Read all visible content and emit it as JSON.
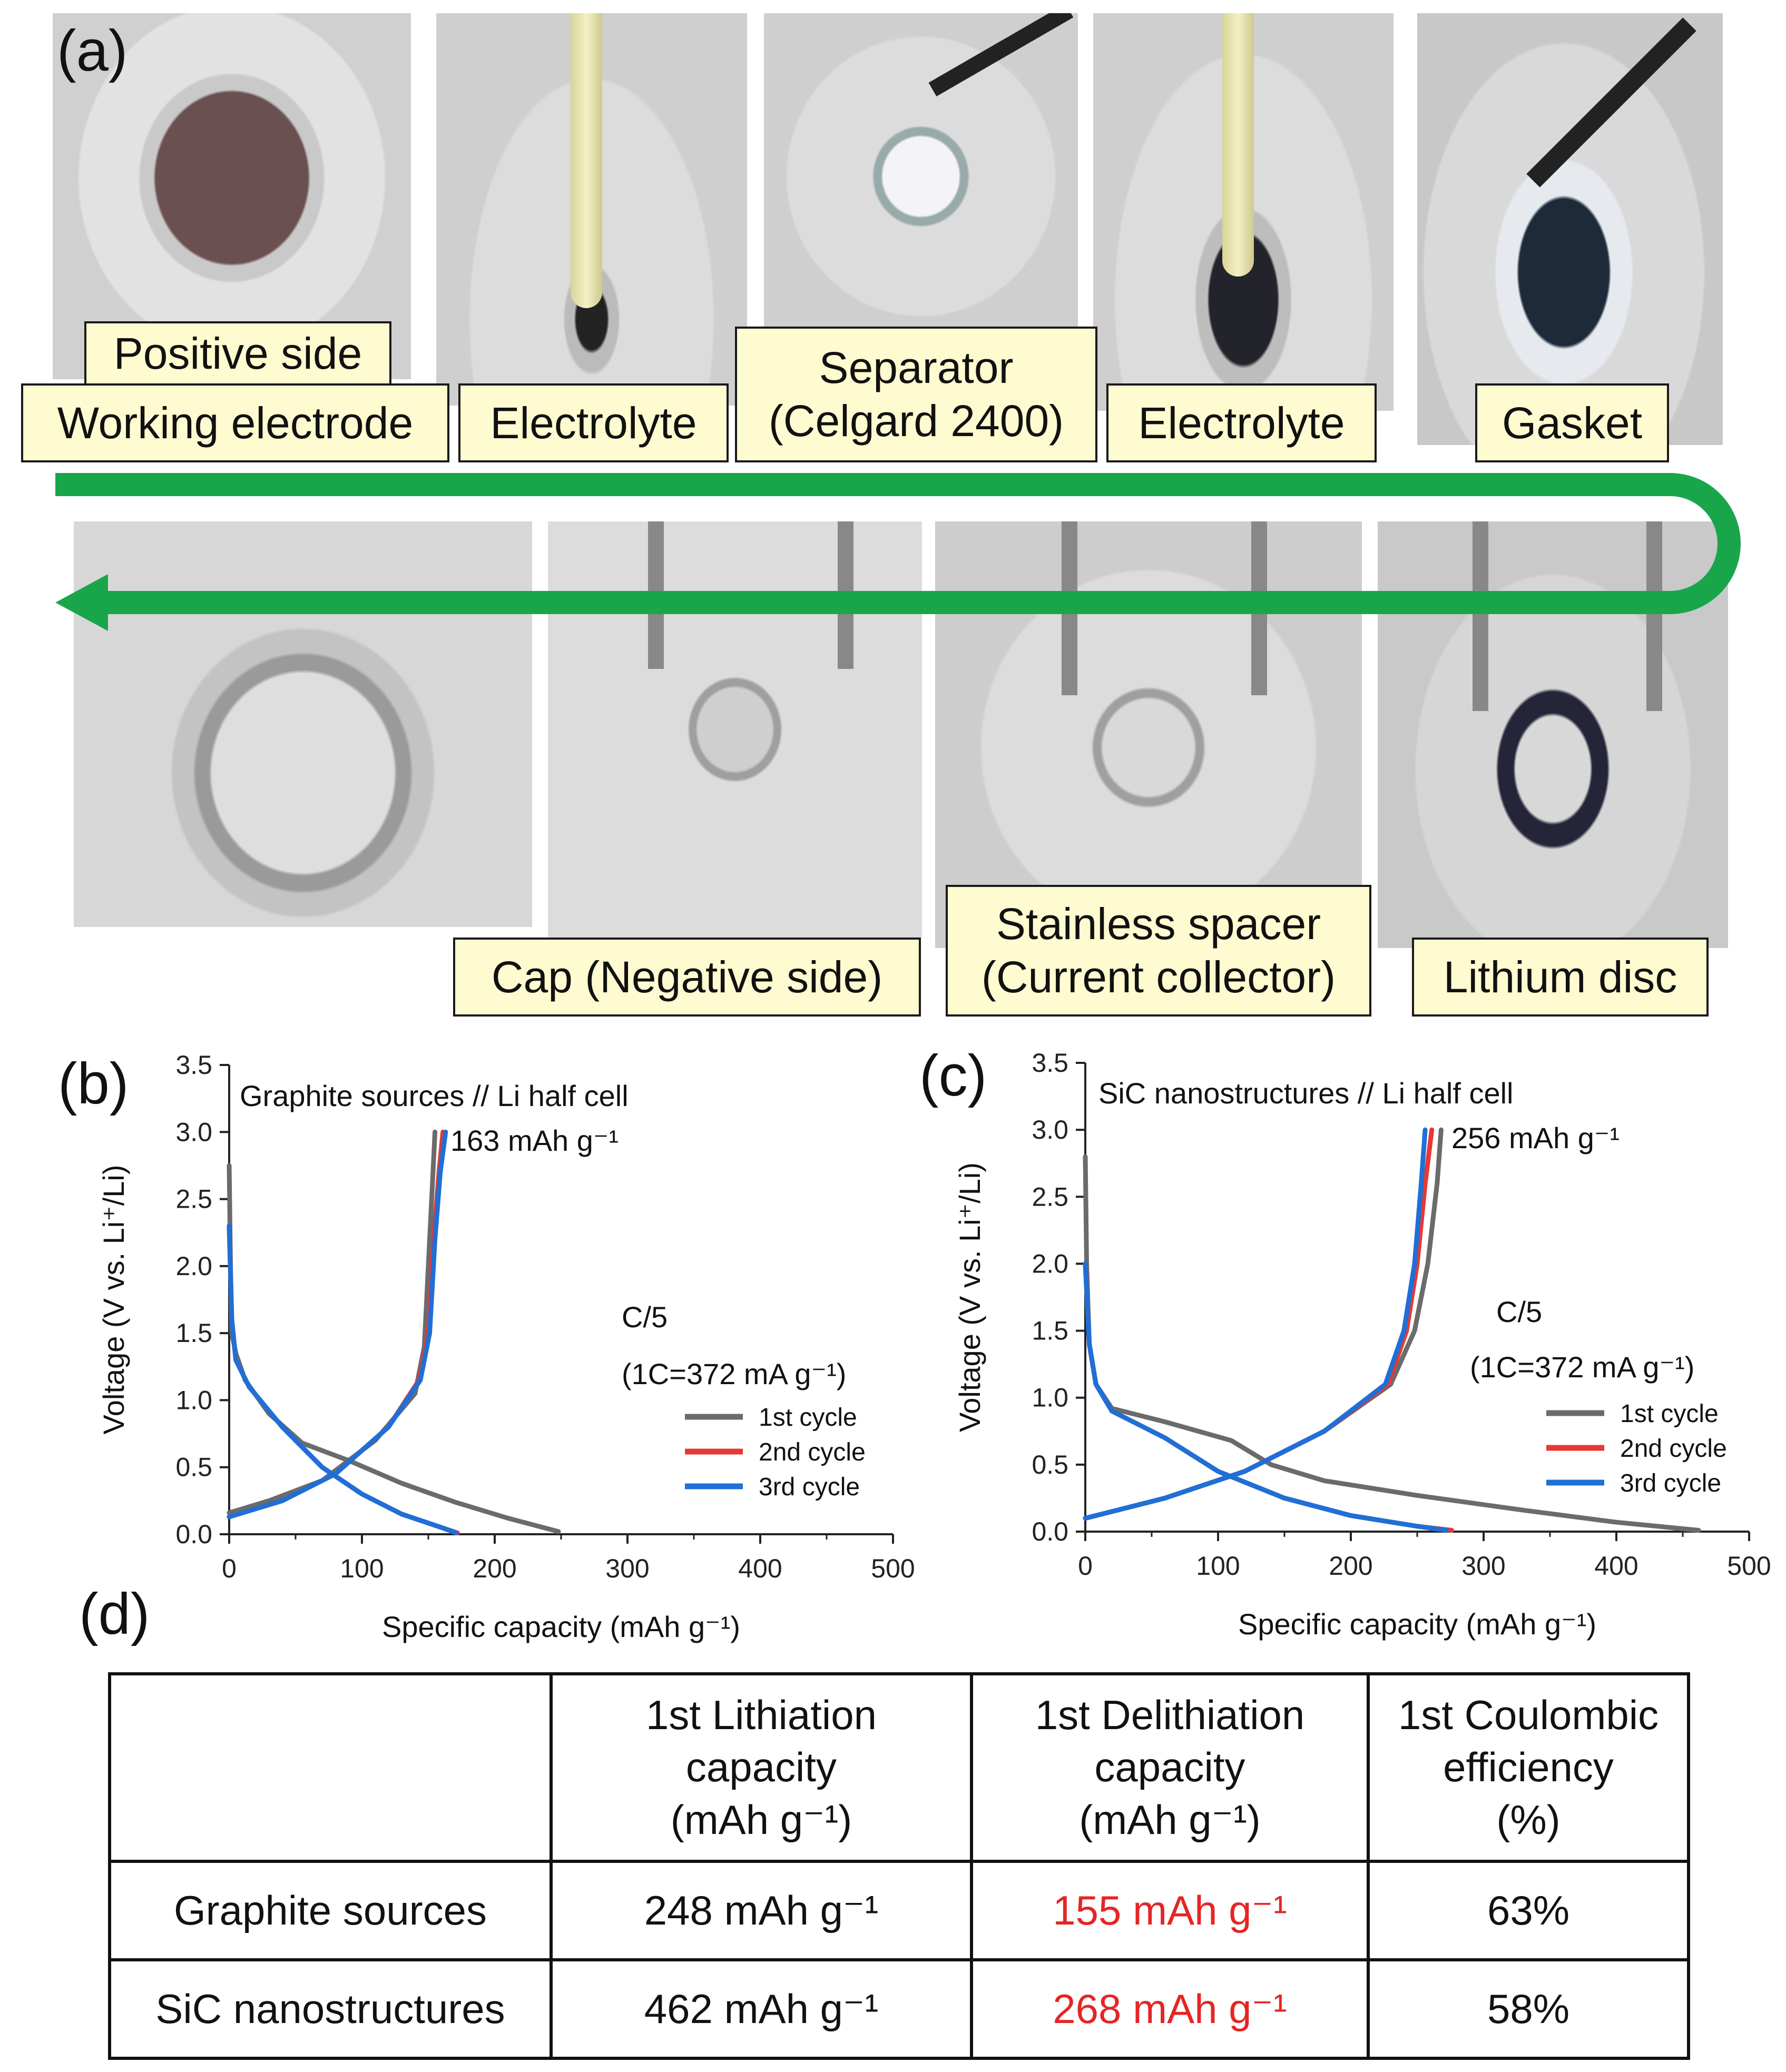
{
  "panel_a": {
    "letter": "(a)",
    "top_labels": [
      {
        "lines": [
          "Positive side",
          "Working electrode"
        ]
      },
      {
        "lines": [
          "Electrolyte"
        ]
      },
      {
        "lines": [
          "Separator",
          "(Celgard 2400)"
        ]
      },
      {
        "lines": [
          "Electrolyte"
        ]
      },
      {
        "lines": [
          "Gasket"
        ]
      }
    ],
    "bottom_labels": [
      {
        "lines": [
          "Cap (Negative side)"
        ]
      },
      {
        "lines": [
          "Stainless spacer",
          "(Current collector)"
        ]
      },
      {
        "lines": [
          "Lithium disc"
        ]
      }
    ],
    "arrow_color": "#19a64a"
  },
  "chart_data": [
    {
      "panel": "(b)",
      "type": "line",
      "annotation": "Graphite sources // Li half cell",
      "capacity_note": "163 mAh g⁻¹",
      "rate": "C/5",
      "rate_note": "(1C=372 mA g⁻¹)",
      "xlabel": "Specific capacity (mAh g⁻¹)",
      "ylabel": "Voltage (V vs. Li⁺/Li)",
      "xlim": [
        0,
        500
      ],
      "ylim": [
        0,
        3.5
      ],
      "xticks": [
        "0",
        "100",
        "200",
        "300",
        "400",
        "500"
      ],
      "yticks": [
        "0.0",
        "0.5",
        "1.0",
        "1.5",
        "2.0",
        "2.5",
        "3.0",
        "3.5"
      ],
      "legend_position": "bottom-right",
      "series": [
        {
          "name": "1st cycle",
          "color": "#6b6b6b",
          "discharge": [
            [
              0,
              2.75
            ],
            [
              1,
              2.0
            ],
            [
              2,
              1.5
            ],
            [
              5,
              1.35
            ],
            [
              12,
              1.15
            ],
            [
              30,
              0.9
            ],
            [
              55,
              0.68
            ],
            [
              90,
              0.55
            ],
            [
              130,
              0.38
            ],
            [
              170,
              0.24
            ],
            [
              210,
              0.12
            ],
            [
              248,
              0.02
            ]
          ],
          "charge": [
            [
              0,
              0.16
            ],
            [
              30,
              0.25
            ],
            [
              70,
              0.4
            ],
            [
              110,
              0.7
            ],
            [
              140,
              1.05
            ],
            [
              147,
              1.4
            ],
            [
              150,
              2.0
            ],
            [
              153,
              2.6
            ],
            [
              155,
              3.0
            ]
          ]
        },
        {
          "name": "2nd cycle",
          "color": "#e53935",
          "discharge": [
            [
              0,
              2.3
            ],
            [
              2,
              1.6
            ],
            [
              5,
              1.3
            ],
            [
              15,
              1.1
            ],
            [
              40,
              0.8
            ],
            [
              70,
              0.5
            ],
            [
              100,
              0.3
            ],
            [
              130,
              0.15
            ],
            [
              160,
              0.05
            ],
            [
              172,
              0.01
            ]
          ],
          "charge": [
            [
              0,
              0.13
            ],
            [
              40,
              0.25
            ],
            [
              80,
              0.45
            ],
            [
              120,
              0.8
            ],
            [
              143,
              1.15
            ],
            [
              150,
              1.5
            ],
            [
              154,
              2.2
            ],
            [
              158,
              2.7
            ],
            [
              161,
              3.0
            ]
          ]
        },
        {
          "name": "3rd cycle",
          "color": "#1f6fd6",
          "discharge": [
            [
              0,
              2.3
            ],
            [
              2,
              1.6
            ],
            [
              5,
              1.3
            ],
            [
              15,
              1.1
            ],
            [
              40,
              0.8
            ],
            [
              70,
              0.5
            ],
            [
              100,
              0.3
            ],
            [
              130,
              0.15
            ],
            [
              160,
              0.05
            ],
            [
              171,
              0.01
            ]
          ],
          "charge": [
            [
              0,
              0.13
            ],
            [
              40,
              0.25
            ],
            [
              80,
              0.45
            ],
            [
              120,
              0.8
            ],
            [
              144,
              1.15
            ],
            [
              151,
              1.5
            ],
            [
              155,
              2.2
            ],
            [
              159,
              2.7
            ],
            [
              163,
              3.0
            ]
          ]
        }
      ]
    },
    {
      "panel": "(c)",
      "type": "line",
      "annotation": "SiC nanostructures // Li half cell",
      "capacity_note": "256 mAh g⁻¹",
      "rate": "C/5",
      "rate_note": "(1C=372 mA g⁻¹)",
      "xlabel": "Specific capacity (mAh g⁻¹)",
      "ylabel": "Voltage (V vs. Li⁺/Li)",
      "xlim": [
        0,
        500
      ],
      "ylim": [
        0,
        3.5
      ],
      "xticks": [
        "0",
        "100",
        "200",
        "300",
        "400",
        "500"
      ],
      "yticks": [
        "0.0",
        "0.5",
        "1.0",
        "1.5",
        "2.0",
        "2.5",
        "3.0",
        "3.5"
      ],
      "legend_position": "bottom-right",
      "series": [
        {
          "name": "1st cycle",
          "color": "#6b6b6b",
          "discharge": [
            [
              0,
              2.8
            ],
            [
              1,
              2.0
            ],
            [
              3,
              1.4
            ],
            [
              8,
              1.1
            ],
            [
              20,
              0.92
            ],
            [
              60,
              0.82
            ],
            [
              110,
              0.68
            ],
            [
              140,
              0.5
            ],
            [
              180,
              0.38
            ],
            [
              250,
              0.27
            ],
            [
              330,
              0.16
            ],
            [
              400,
              0.07
            ],
            [
              462,
              0.01
            ]
          ],
          "charge": [
            [
              0,
              0.1
            ],
            [
              60,
              0.25
            ],
            [
              120,
              0.45
            ],
            [
              180,
              0.75
            ],
            [
              230,
              1.1
            ],
            [
              248,
              1.5
            ],
            [
              258,
              2.0
            ],
            [
              265,
              2.6
            ],
            [
              268,
              3.0
            ]
          ]
        },
        {
          "name": "2nd cycle",
          "color": "#e53935",
          "discharge": [
            [
              0,
              2.0
            ],
            [
              3,
              1.4
            ],
            [
              8,
              1.1
            ],
            [
              20,
              0.9
            ],
            [
              60,
              0.7
            ],
            [
              100,
              0.45
            ],
            [
              150,
              0.25
            ],
            [
              200,
              0.12
            ],
            [
              250,
              0.04
            ],
            [
              276,
              0.01
            ]
          ],
          "charge": [
            [
              0,
              0.1
            ],
            [
              60,
              0.25
            ],
            [
              120,
              0.45
            ],
            [
              180,
              0.75
            ],
            [
              228,
              1.1
            ],
            [
              242,
              1.5
            ],
            [
              250,
              2.0
            ],
            [
              256,
              2.6
            ],
            [
              261,
              3.0
            ]
          ]
        },
        {
          "name": "3rd cycle",
          "color": "#1f6fd6",
          "discharge": [
            [
              0,
              2.0
            ],
            [
              3,
              1.4
            ],
            [
              8,
              1.1
            ],
            [
              20,
              0.9
            ],
            [
              60,
              0.7
            ],
            [
              100,
              0.45
            ],
            [
              150,
              0.25
            ],
            [
              200,
              0.12
            ],
            [
              250,
              0.04
            ],
            [
              272,
              0.01
            ]
          ],
          "charge": [
            [
              0,
              0.1
            ],
            [
              60,
              0.25
            ],
            [
              120,
              0.45
            ],
            [
              180,
              0.75
            ],
            [
              226,
              1.1
            ],
            [
              240,
              1.5
            ],
            [
              248,
              2.0
            ],
            [
              253,
              2.6
            ],
            [
              256,
              3.0
            ]
          ]
        }
      ]
    }
  ],
  "panel_d": {
    "letter": "(d)",
    "headers": [
      "",
      [
        "1st Lithiation",
        "capacity",
        "(mAh g⁻¹)"
      ],
      [
        "1st Delithiation",
        "capacity",
        "(mAh g⁻¹)"
      ],
      [
        "1st Coulombic",
        "efficiency",
        "(%)"
      ]
    ],
    "rows": [
      [
        "Graphite sources",
        "248 mAh g⁻¹",
        "155 mAh g⁻¹",
        "63%"
      ],
      [
        "SiC nanostructures",
        "462 mAh g⁻¹",
        "268 mAh g⁻¹",
        "58%"
      ]
    ],
    "highlight_color": "#e52525"
  }
}
